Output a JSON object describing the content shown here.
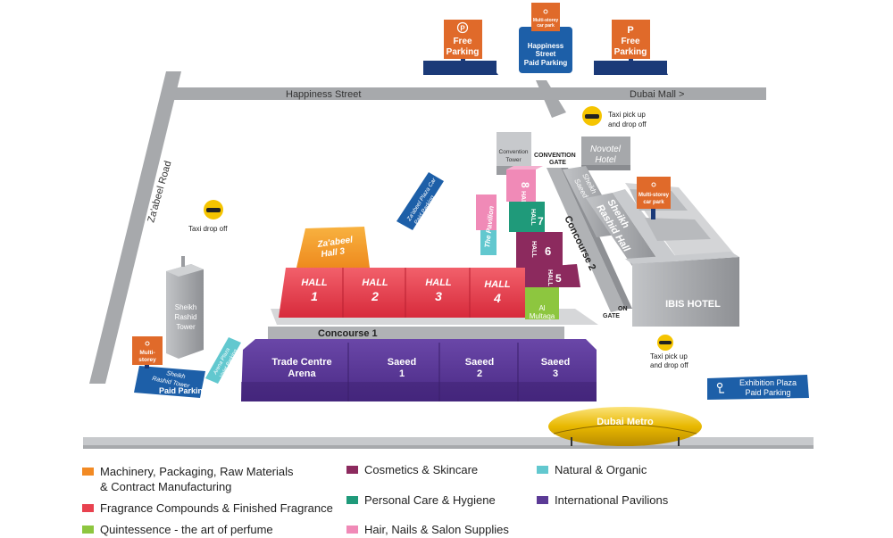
{
  "colors": {
    "road": "#a7a9ac",
    "fragrance": "#e8424f",
    "machinery": "#f28a24",
    "cosmetics": "#8c2a5e",
    "personal_care": "#1f9a7a",
    "hair": "#f08ab7",
    "natural": "#62c8cf",
    "quintessence": "#8dc63f",
    "international": "#5b3a96",
    "building": "#a6a8ab",
    "parking_orange": "#e06a2a",
    "parking_blue": "#1d5fa8",
    "taxi_yellow": "#f5c400",
    "metro_gold": "#e8b800"
  },
  "roads": {
    "happiness_street": "Happiness Street",
    "dubai_mall": "Dubai Mall >",
    "zaabeel_road": "Za'abeel Road",
    "concourse_1": "Concourse 1",
    "concourse_2": "Concourse 2"
  },
  "gates": {
    "convention_gate_1": "CONVENTION",
    "convention_gate_2": "GATE",
    "sheikh_gate_1": "ON",
    "sheikh_gate_2": "GATE"
  },
  "halls": {
    "hall1": [
      "HALL",
      "1"
    ],
    "hall2": [
      "HALL",
      "2"
    ],
    "hall3": [
      "HALL",
      "3"
    ],
    "hall4": [
      "HALL",
      "4"
    ],
    "hall5": [
      "HALL",
      "5"
    ],
    "hall6": [
      "HALL",
      "6"
    ],
    "hall7": [
      "HALL",
      "7"
    ],
    "hall8": [
      "HALL",
      "8"
    ],
    "zaabeel3": [
      "Za'abeel",
      "Hall 3"
    ],
    "al_multaqa": [
      "Al",
      "Multaqa"
    ],
    "pavilion": "The Pavilion"
  },
  "arenas": {
    "tca": [
      "Trade Centre",
      "Arena"
    ],
    "saeed1": [
      "Saeed",
      "1"
    ],
    "saeed2": [
      "Saeed",
      "2"
    ],
    "saeed3": [
      "Saeed",
      "3"
    ]
  },
  "buildings": {
    "convention_tower": [
      "Convention",
      "Tower"
    ],
    "novotel": [
      "Novotel",
      "Hotel"
    ],
    "ibis": "IBIS HOTEL",
    "sheikh_rashid_hall": [
      "Sheikh",
      "Rashid Hall"
    ],
    "sheikh_rashid_tower": [
      "Sheikh",
      "Rashid",
      "Tower"
    ],
    "sheikh_saeed_small": [
      "Sheikh",
      "Saeed"
    ],
    "dubai_metro": "Dubai Metro"
  },
  "parking": {
    "free_p1": [
      "Free",
      "Parking"
    ],
    "happiness_paid": [
      "Happiness",
      "Street",
      "Paid Parking"
    ],
    "happiness_multi": [
      "Multi-storey",
      "car park"
    ],
    "free_p2": [
      "Free",
      "Parking"
    ],
    "p_letter": "P",
    "novotel_multi": [
      "Multi-storey",
      "car park"
    ],
    "zaabeel_plaza": [
      "Za'abeel Plaza Car",
      "Paid Parking"
    ],
    "arena_plaza": [
      "Arena Plaza",
      "Valet Parking"
    ],
    "srt_multi": [
      "Multi-",
      "storey"
    ],
    "srt_paid": [
      "Sheikh",
      "Rashid Tower",
      "Paid Parking"
    ],
    "exhibition_plaza": [
      "Exhibition Plaza",
      "Paid Parking"
    ]
  },
  "taxi": {
    "top": [
      "Taxi pick up",
      "and drop off"
    ],
    "left": "Taxi drop off",
    "right": [
      "Taxi pick up",
      "and drop off"
    ]
  },
  "legend": [
    {
      "key": "machinery",
      "lines": [
        "Machinery, Packaging, Raw Materials",
        "& Contract Manufacturing"
      ]
    },
    {
      "key": "fragrance",
      "lines": [
        "Fragrance Compounds & Finished Fragrance"
      ]
    },
    {
      "key": "quintessence",
      "lines": [
        "Quintessence - the art of perfume"
      ]
    },
    {
      "key": "cosmetics",
      "lines": [
        "Cosmetics & Skincare"
      ]
    },
    {
      "key": "personal_care",
      "lines": [
        "Personal Care & Hygiene"
      ]
    },
    {
      "key": "hair",
      "lines": [
        "Hair, Nails & Salon Supplies"
      ]
    },
    {
      "key": "natural",
      "lines": [
        "Natural & Organic"
      ]
    },
    {
      "key": "international",
      "lines": [
        "International Pavilions"
      ]
    }
  ]
}
